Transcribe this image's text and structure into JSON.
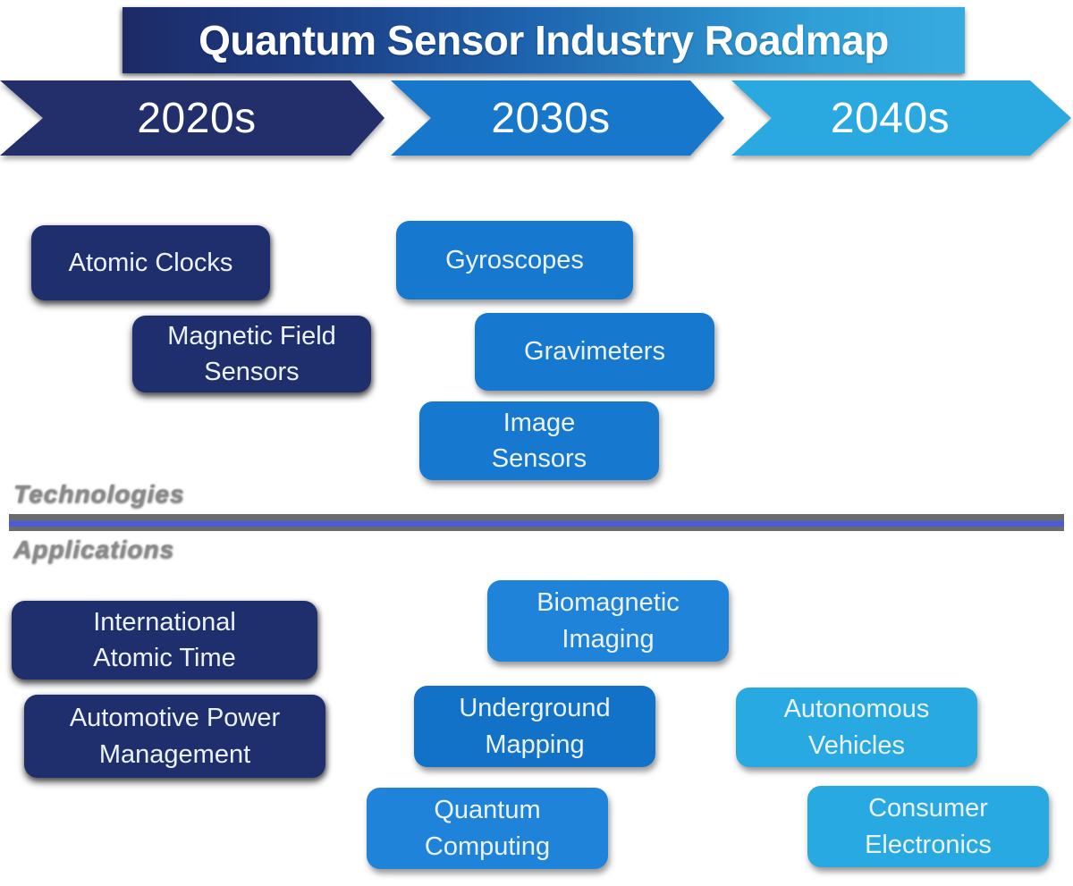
{
  "title": "Quantum Sensor Industry Roadmap",
  "timeline": {
    "decades": [
      {
        "label": "2020s",
        "color": "#222F6B"
      },
      {
        "label": "2030s",
        "color": "#1677CB"
      },
      {
        "label": "2040s",
        "color": "#2AA9E0"
      }
    ]
  },
  "sections": {
    "technologies_label": "Technologies",
    "applications_label": "Applications"
  },
  "technologies": [
    {
      "id": "atomic-clocks",
      "lines": [
        "Atomic Clocks"
      ],
      "era": "2020s",
      "color": "#1F2E6C"
    },
    {
      "id": "magnetic-field-sensors",
      "lines": [
        "Magnetic Field",
        "Sensors"
      ],
      "era": "2020s",
      "color": "#1F2E6C"
    },
    {
      "id": "gyroscopes",
      "lines": [
        "Gyroscopes"
      ],
      "era": "2030s",
      "color": "#1679CF"
    },
    {
      "id": "gravimeters",
      "lines": [
        "Gravimeters"
      ],
      "era": "2030s",
      "color": "#1679CF"
    },
    {
      "id": "image-sensors",
      "lines": [
        "Image",
        "Sensors"
      ],
      "era": "2030s",
      "color": "#1679CF"
    }
  ],
  "applications": [
    {
      "id": "international-atomic-time",
      "lines": [
        "International",
        "Atomic Time"
      ],
      "era": "2020s",
      "color": "#1F2E6C"
    },
    {
      "id": "automotive-power-management",
      "lines": [
        "Automotive Power",
        "Management"
      ],
      "era": "2020s",
      "color": "#1F2E6C"
    },
    {
      "id": "biomagnetic-imaging",
      "lines": [
        "Biomagnetic",
        "Imaging"
      ],
      "era": "2030s",
      "color": "#1F84D9"
    },
    {
      "id": "underground-mapping",
      "lines": [
        "Underground",
        "Mapping"
      ],
      "era": "2030s",
      "color": "#1172C7"
    },
    {
      "id": "quantum-computing",
      "lines": [
        "Quantum",
        "Computing"
      ],
      "era": "2030s",
      "color": "#1F84D9"
    },
    {
      "id": "autonomous-vehicles",
      "lines": [
        "Autonomous",
        "Vehicles"
      ],
      "era": "2040s",
      "color": "#29A9E1"
    },
    {
      "id": "consumer-electronics",
      "lines": [
        "Consumer",
        "Electronics"
      ],
      "era": "2040s",
      "color": "#29A9E1"
    }
  ],
  "colors": {
    "banner_gradient_left": "#1D2A67",
    "banner_gradient_right": "#37ABDF",
    "box_navy": "#1F2E6C",
    "box_blue": "#1679CF",
    "box_blue_light": "#1F84D9",
    "box_blue_deep": "#1172C7",
    "box_cyan": "#29A9E1",
    "divider_blue": "#4D5CD6",
    "divider_gray": "#6B6B6B",
    "section_label_gray": "#8A8A8A",
    "box_text": "#ECF2FA"
  }
}
